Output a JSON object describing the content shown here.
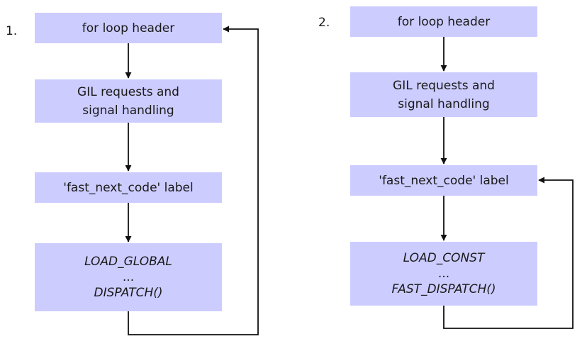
{
  "diagrams": [
    {
      "number": "1.",
      "boxes": {
        "header": "for loop header",
        "gil_line1": "GIL requests and",
        "gil_line2": "signal handling",
        "label": "'fast_next_code' label",
        "op_name": "LOAD_GLOBAL",
        "op_ellipsis": "...",
        "op_dispatch": "DISPATCH()"
      }
    },
    {
      "number": "2.",
      "boxes": {
        "header": "for loop header",
        "gil_line1": "GIL requests and",
        "gil_line2": "signal handling",
        "label": "'fast_next_code' label",
        "op_name": "LOAD_CONST",
        "op_ellipsis": "...",
        "op_dispatch": "FAST_DISPATCH()"
      }
    }
  ]
}
